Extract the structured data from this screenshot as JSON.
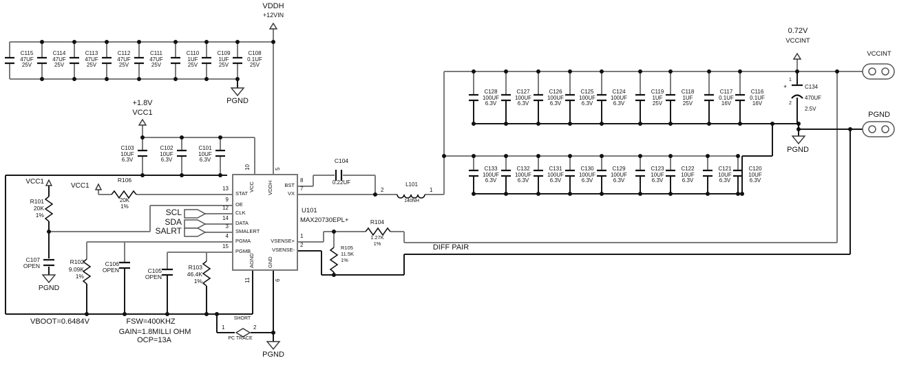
{
  "nets": {
    "vddh": {
      "name": "VDDH",
      "sub": "+12VIN"
    },
    "vcc1": {
      "name": "VCC1",
      "volt": "+1.8V"
    },
    "vccint": {
      "name": "VCCINT",
      "volt": "0.72V"
    },
    "pgnd": "PGND",
    "diff_pair": "DIFF PAIR"
  },
  "ic": {
    "ref": "U101",
    "part": "MAX20730EPL+",
    "pins": {
      "stat": {
        "n": "13",
        "l": "STAT"
      },
      "oe": {
        "n": "9",
        "l": "OE"
      },
      "clk": {
        "n": "12",
        "l": "CLK"
      },
      "data": {
        "n": "14",
        "l": "DATA"
      },
      "smalert": {
        "n": "3",
        "l": "SMALERT"
      },
      "pgma": {
        "n": "4",
        "l": "PGMA"
      },
      "pgmb": {
        "n": "15",
        "l": "PGMB"
      },
      "bst": {
        "n": "8",
        "l": "BST"
      },
      "vx": {
        "n": "7",
        "l": "VX"
      },
      "vsp": {
        "n": "1",
        "l": "VSENSE+"
      },
      "vsn": {
        "n": "2",
        "l": "VSENSE-"
      },
      "vcc": {
        "n": "10",
        "l": "VCC"
      },
      "vddh": {
        "n": "5",
        "l": "VDDH"
      },
      "agnd": {
        "n": "11",
        "l": "AGND"
      },
      "gnd": {
        "n": "6",
        "l": "GND"
      }
    }
  },
  "caps": {
    "c115": {
      "r": "C115",
      "v": "47UF",
      "u": "25V"
    },
    "c114": {
      "r": "C114",
      "v": "47UF",
      "u": "25V"
    },
    "c113": {
      "r": "C113",
      "v": "47UF",
      "u": "25V"
    },
    "c112": {
      "r": "C112",
      "v": "47UF",
      "u": "25V"
    },
    "c111": {
      "r": "C111",
      "v": "47UF",
      "u": "25V"
    },
    "c110": {
      "r": "C110",
      "v": "1UF",
      "u": "25V"
    },
    "c109": {
      "r": "C109",
      "v": "1UF",
      "u": "25V"
    },
    "c108": {
      "r": "C108",
      "v": "0.1UF",
      "u": "25V"
    },
    "c103": {
      "r": "C103",
      "v": "10UF",
      "u": "6.3V"
    },
    "c102": {
      "r": "C102",
      "v": "10UF",
      "u": "6.3V"
    },
    "c101": {
      "r": "C101",
      "v": "10UF",
      "u": "6.3V"
    },
    "c128": {
      "r": "C128",
      "v": "100UF",
      "u": "6.3V"
    },
    "c127": {
      "r": "C127",
      "v": "100UF",
      "u": "6.3V"
    },
    "c126": {
      "r": "C126",
      "v": "100UF",
      "u": "6.3V"
    },
    "c125": {
      "r": "C125",
      "v": "100UF",
      "u": "6.3V"
    },
    "c124": {
      "r": "C124",
      "v": "100UF",
      "u": "6.3V"
    },
    "c119": {
      "r": "C119",
      "v": "1UF",
      "u": "25V"
    },
    "c118": {
      "r": "C118",
      "v": "1UF",
      "u": "25V"
    },
    "c117": {
      "r": "C117",
      "v": "0.1UF",
      "u": "16V"
    },
    "c116": {
      "r": "C116",
      "v": "0.1UF",
      "u": "16V"
    },
    "c133": {
      "r": "C133",
      "v": "100UF",
      "u": "6.3V"
    },
    "c132": {
      "r": "C132",
      "v": "100UF",
      "u": "6.3V"
    },
    "c131": {
      "r": "C131",
      "v": "100UF",
      "u": "6.3V"
    },
    "c130": {
      "r": "C130",
      "v": "100UF",
      "u": "6.3V"
    },
    "c129": {
      "r": "C129",
      "v": "100UF",
      "u": "6.3V"
    },
    "c123": {
      "r": "C123",
      "v": "10UF",
      "u": "6.3V"
    },
    "c122": {
      "r": "C122",
      "v": "10UF",
      "u": "6.3V"
    },
    "c121": {
      "r": "C121",
      "v": "10UF",
      "u": "6.3V"
    },
    "c120": {
      "r": "C120",
      "v": "10UF",
      "u": "6.3V"
    },
    "c134": {
      "r": "C134",
      "v": "470UF",
      "u": "2.5V",
      "p1": "1",
      "p2": "2",
      "plus": "+"
    },
    "c104": {
      "r": "C104",
      "v": "0.22UF"
    },
    "c107": {
      "r": "C107",
      "v": "OPEN"
    },
    "c106": {
      "r": "C106",
      "v": "OPEN"
    },
    "c105": {
      "r": "C105",
      "v": "OPEN"
    }
  },
  "res": {
    "r101": {
      "r": "R101",
      "v": "20K",
      "t": "1%"
    },
    "r106": {
      "r": "R106",
      "v": "20K",
      "t": "1%"
    },
    "r102": {
      "r": "R102",
      "v": "9.09K",
      "t": "1%"
    },
    "r103": {
      "r": "R103",
      "v": "46.4K",
      "t": "1%"
    },
    "r104": {
      "r": "R104",
      "v": "1.27K",
      "t": "1%"
    },
    "r105": {
      "r": "R105",
      "v": "11.5K",
      "t": "1%"
    }
  },
  "ind": {
    "r": "L101",
    "v": "140NH",
    "p1": "1",
    "p2": "2"
  },
  "sig": {
    "scl": "SCL",
    "sda": "SDA",
    "salrt": "SALRT"
  },
  "jumper": {
    "label_top": "SHORT",
    "label_bottom": "PC TRACE",
    "p1": "1",
    "p2": "2"
  },
  "conn": {
    "vccint": "VCCINT",
    "pgnd": "PGND"
  },
  "notes": {
    "vboot": "VBOOT=0.6484V",
    "fsw": "FSW=400KHZ",
    "gain": "GAIN=1.8MILLI OHM",
    "ocp": "OCP=13A"
  },
  "colors": {
    "wire_gray": "#7a7a7a",
    "wire_black": "#161616"
  }
}
